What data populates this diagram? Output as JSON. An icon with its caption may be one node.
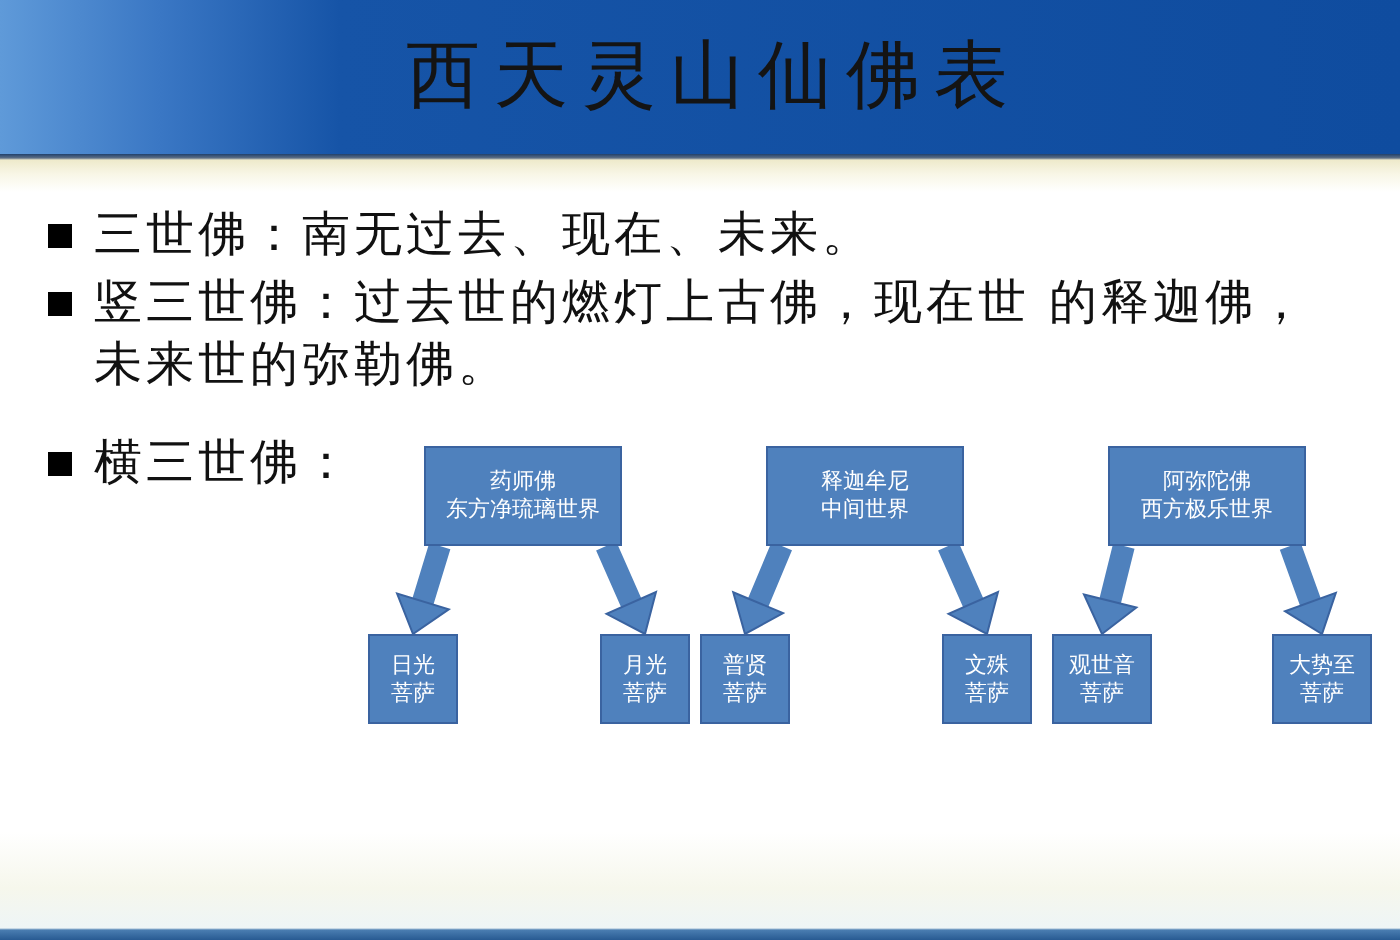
{
  "diagram": {
    "title": "西天灵山仙佛表",
    "nodes": [
      {
        "text": [
          "药师佛",
          "东方净琉璃世界"
        ]
      },
      {
        "text": [
          "日光菩萨"
        ]
      },
      {
        "text": [
          "月光菩萨"
        ]
      },
      {
        "text": [
          "释迦牟尼",
          "中间世界"
        ]
      },
      {
        "text": [
          "普贤菩萨"
        ]
      },
      {
        "text": [
          "文殊菩萨"
        ]
      },
      {
        "text": [
          "阿弥陀佛",
          "西方极乐世界"
        ]
      },
      {
        "text": [
          "观世音菩萨"
        ]
      },
      {
        "text": [
          "大势至菩萨"
        ]
      }
    ],
    "edges": [
      {
        "from": 0,
        "to": 1,
        "arrow": "to"
      },
      {
        "from": 0,
        "to": 2,
        "arrow": "to"
      },
      {
        "from": 3,
        "to": 4,
        "arrow": "to"
      },
      {
        "from": 3,
        "to": 5,
        "arrow": "to"
      },
      {
        "from": 6,
        "to": 7,
        "arrow": "to"
      },
      {
        "from": 6,
        "to": 8,
        "arrow": "to"
      }
    ],
    "labels": [
      "三世佛：南无过去、现在、未来。",
      "竖三世佛：过去世的燃灯上古佛，现在世 的释迦佛，未来世的弥勒佛。",
      "横三世佛："
    ]
  }
}
